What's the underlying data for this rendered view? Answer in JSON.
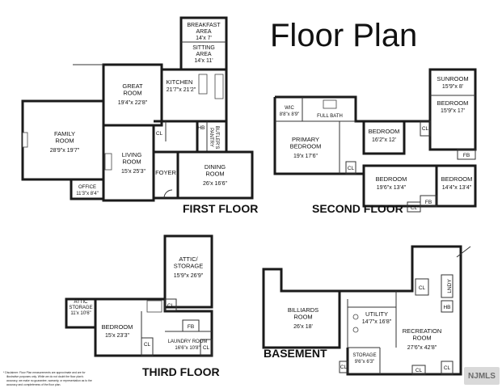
{
  "title": "Floor Plan",
  "floors": {
    "first": "FIRST FLOOR",
    "second": "SECOND FLOOR",
    "third": "THIRD FLOOR",
    "basement": "BASEMENT"
  },
  "rooms": {
    "breakfast_name": "BREAKFAST\nAREA",
    "breakfast_dim": "14'x 7'",
    "sitting_name": "SITTING\nAREA",
    "sitting_dim": "14'x 11'",
    "kitchen_name": "KITCHEN",
    "kitchen_dim": "21'7\"x 21'2\"",
    "great_name": "GREAT\nROOM",
    "great_dim": "19'4\"x 22'8\"",
    "family_name": "FAMILY\nROOM",
    "family_dim": "28'9\"x 19'7\"",
    "living_name": "LIVING\nROOM",
    "living_dim": "15'x 25'3\"",
    "office_name": "OFFICE",
    "office_dim": "11'3\"x 8'4\"",
    "foyer_name": "FOYER",
    "dining_name": "DINING\nROOM",
    "dining_dim": "26'x 16'6\"",
    "butlers_pantry": "BUTLER'S\nPANTRY",
    "hb": "HB",
    "cl": "CL",
    "fb": "FB",
    "wic_name": "WIC",
    "wic_dim": "8'8\"x 8'9\"",
    "full_bath": "FULL BATH",
    "primary_name": "PRIMARY\nBEDROOM",
    "primary_dim": "19'x 17'6\"",
    "bed2_name": "BEDROOM",
    "bed2_dim": "16'2\"x 12'",
    "sunroom_name": "SUNROOM",
    "sunroom_dim": "15'9\"x 8'",
    "bed3_name": "BEDROOM",
    "bed3_dim": "15'9\"x 17'",
    "bed4_name": "BEDROOM",
    "bed4_dim": "19'6\"x 13'4\"",
    "bed5_name": "BEDROOM",
    "bed5_dim": "14'4\"x 13'4\"",
    "attic_storage_name": "ATTIC/\nSTORAGE",
    "attic_storage_dim": "15'9\"x 26'9\"",
    "attic_small_name": "ATTIC\nSTORAGE",
    "attic_small_dim": "11'x 10'6\"",
    "bed6_name": "BEDROOM",
    "bed6_dim": "15'x 23'3\"",
    "laundry_name": "LAUNDRY ROOM",
    "laundry_dim": "16'6\"x 10'8\"",
    "billiards_name": "BILLIARDS\nROOM",
    "billiards_dim": "26'x 18'",
    "utility_name": "UTILITY",
    "utility_dim": "14'7\"x 16'8\"",
    "rec_name": "RECREATION\nROOM",
    "rec_dim": "27'6\"x 42'8\"",
    "storage_name": "STORAGE",
    "storage_dim": "9'6\"x 6'3\"",
    "lndy": "LNDY"
  },
  "disclaimer": [
    "* Disclaimer: Floor Plan measurements are approximate and are for",
    "illustrative purposes only. While we do not doubt the floor plan's",
    "accuracy, we make no guarantee, warranty, or representation as to the",
    "accuracy and completeness of the floor plan."
  ],
  "watermark": "NJMLS",
  "colors": {
    "wall": "#1a1a1a",
    "text": "#111111",
    "watermark_bg": "#d9d9d9",
    "watermark_text": "#6b6b6b"
  }
}
